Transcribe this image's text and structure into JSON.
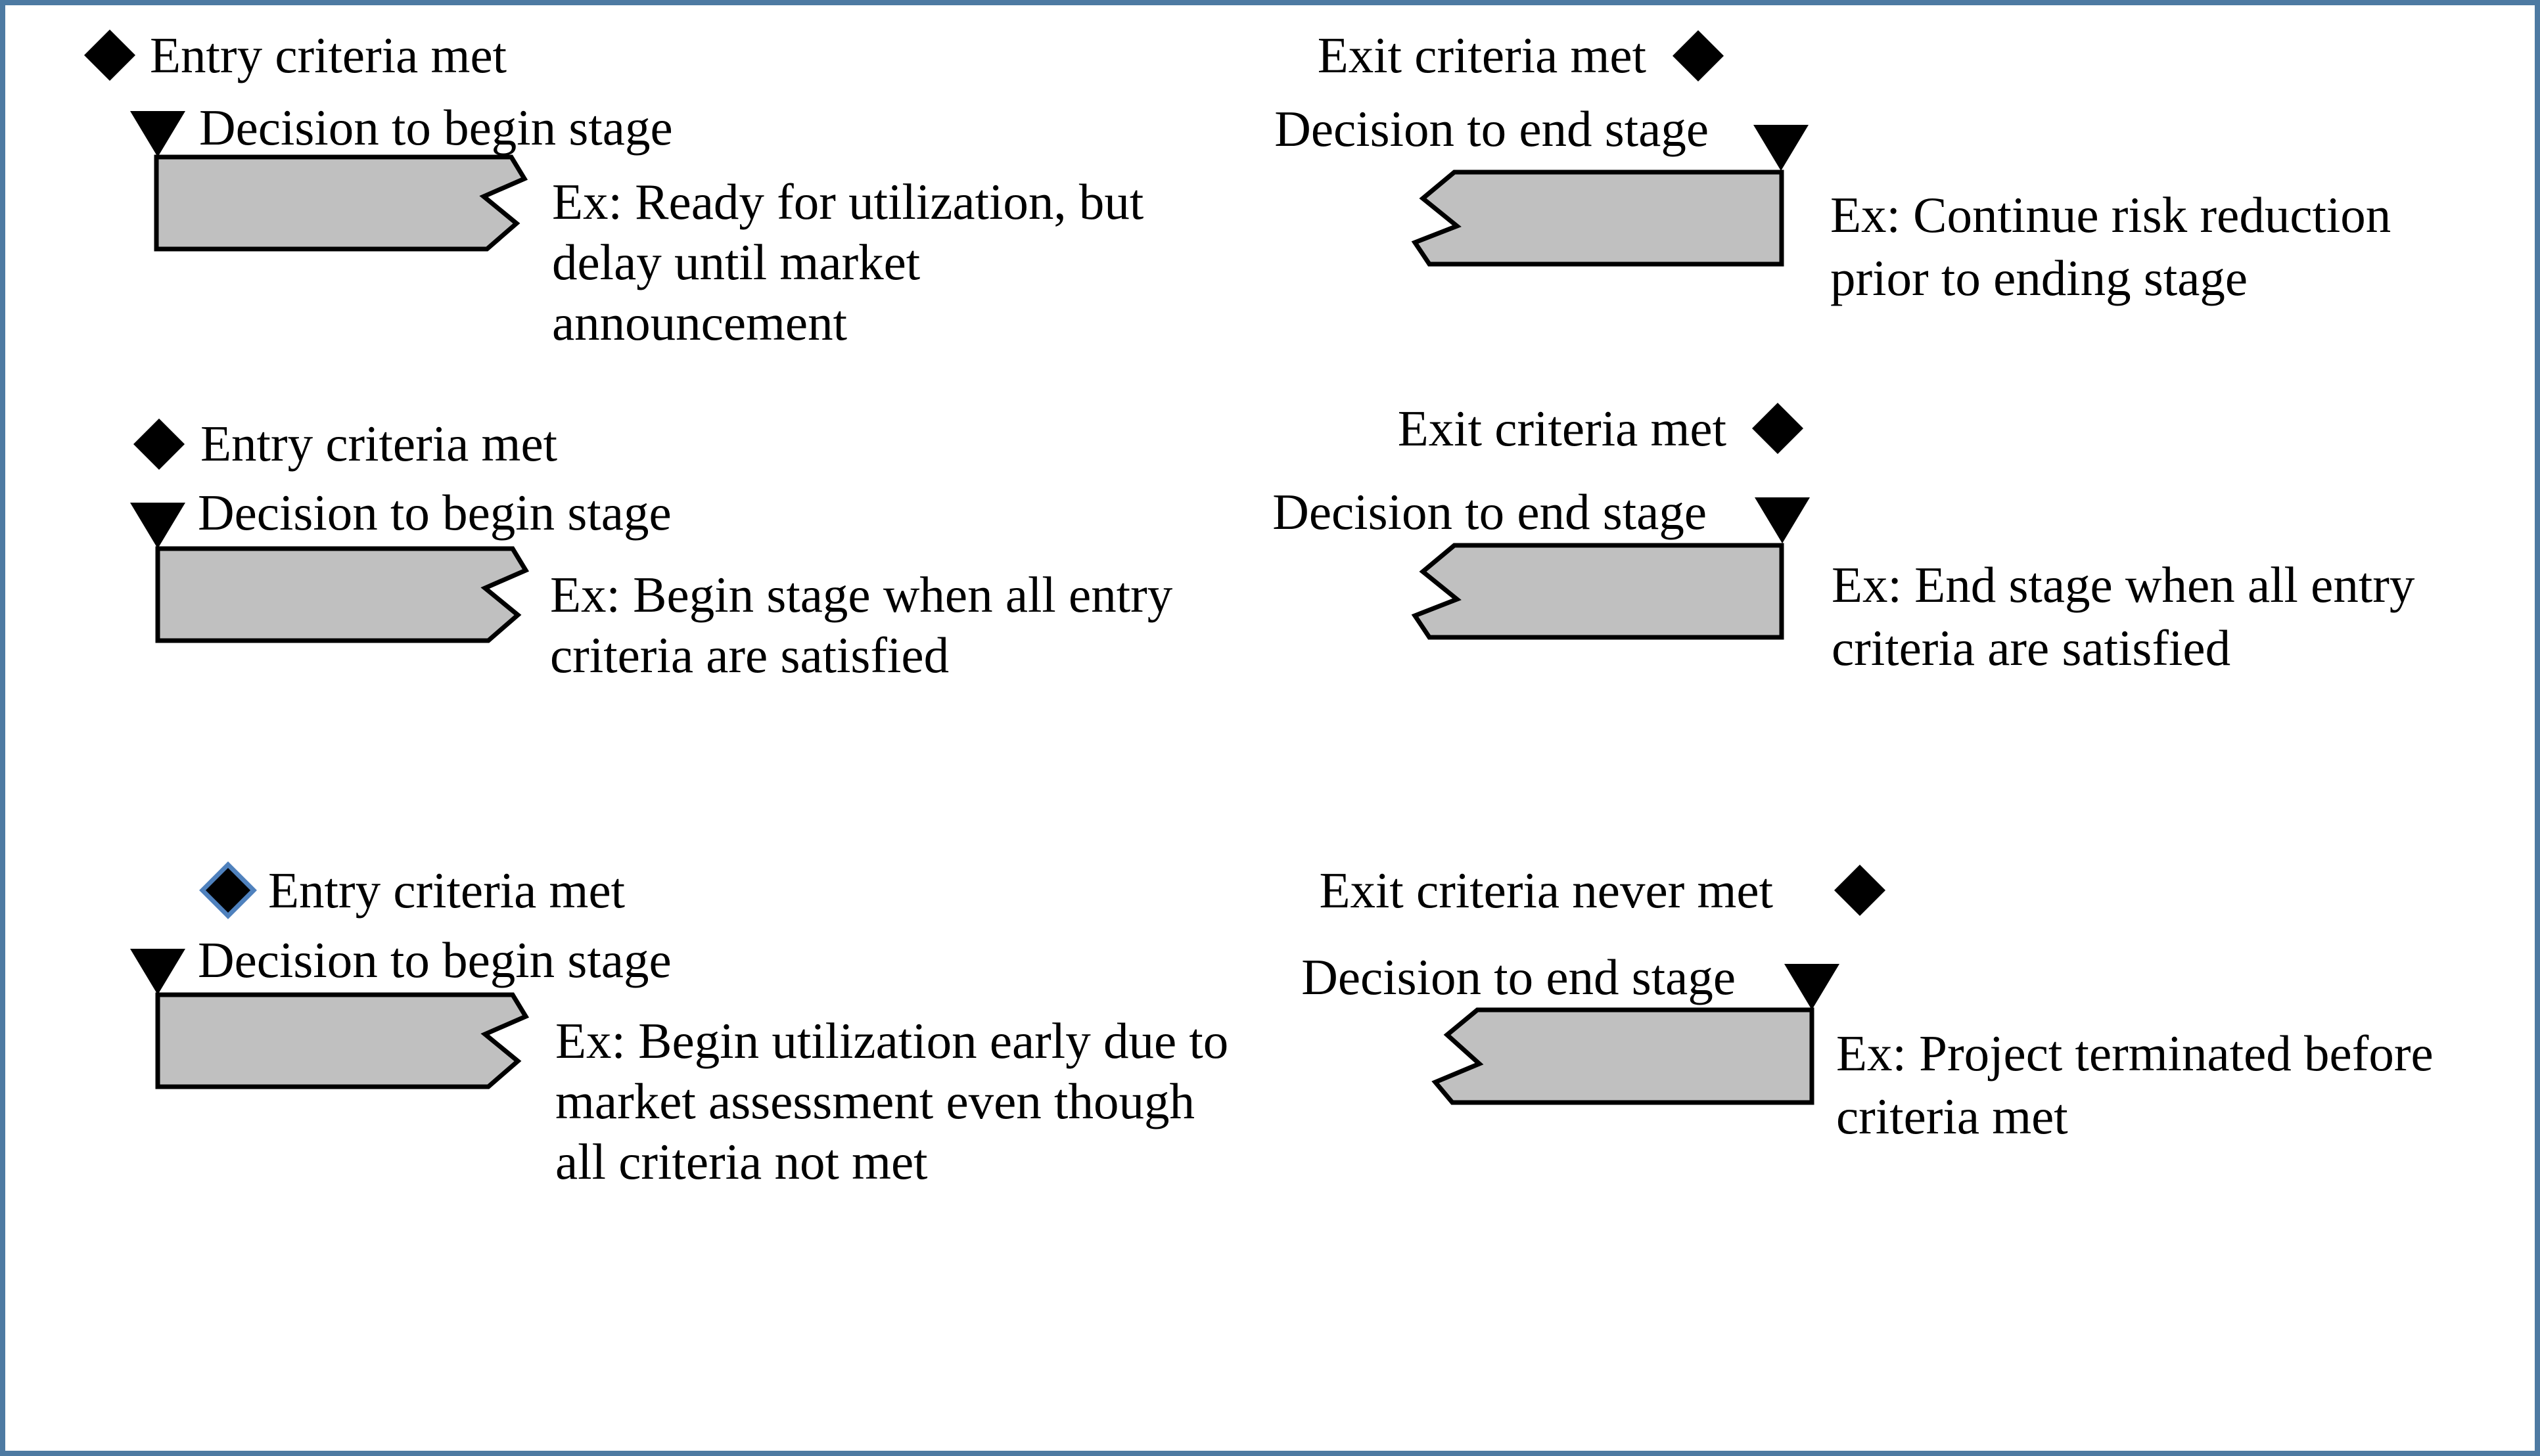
{
  "colors": {
    "frame": "#4d7aa2",
    "banner_fill": "#c0c0c0",
    "banner_stroke": "#000000",
    "marker": "#000000",
    "highlight": "#4f81bd"
  },
  "groups": {
    "entry1": {
      "criteria_label": "Entry criteria met",
      "decision_label": "Decision to begin stage",
      "example": "Ex: Ready for utilization, but\ndelay until market\nannouncement"
    },
    "entry2": {
      "criteria_label": "Entry criteria met",
      "decision_label": "Decision to begin stage",
      "example": "Ex: Begin stage when all entry\ncriteria are satisfied"
    },
    "entry3": {
      "criteria_label": "Entry criteria met",
      "decision_label": "Decision to begin stage",
      "example": "Ex: Begin utilization early due to\nmarket assessment even though\nall criteria not met"
    },
    "exit1": {
      "criteria_label": "Exit criteria met",
      "decision_label": "Decision to end stage",
      "example": "Ex: Continue risk reduction\nprior to ending stage"
    },
    "exit2": {
      "criteria_label": "Exit criteria met",
      "decision_label": "Decision to end stage",
      "example": "Ex: End stage when all entry\ncriteria are satisfied"
    },
    "exit3": {
      "criteria_label": "Exit criteria never met",
      "decision_label": "Decision to end stage",
      "example": "Ex: Project terminated before\ncriteria met"
    }
  }
}
